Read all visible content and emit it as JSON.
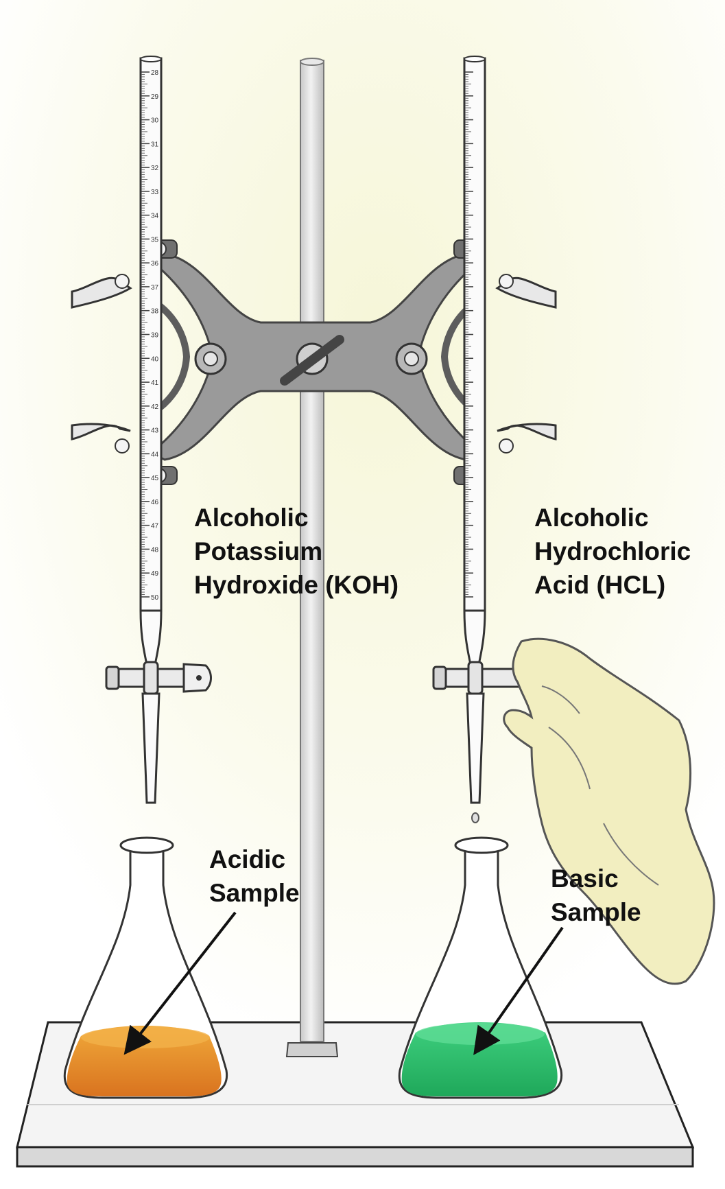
{
  "labels": {
    "koh": {
      "lines": [
        "Alcoholic",
        "Potassium",
        "Hydroxide (KOH)"
      ]
    },
    "hcl": {
      "lines": [
        "Alcoholic",
        "Hydrochloric",
        "Acid (HCL)"
      ]
    },
    "acidic": {
      "lines": [
        "Acidic",
        "Sample"
      ]
    },
    "basic": {
      "lines": [
        "Basic",
        "Sample"
      ]
    }
  },
  "colors": {
    "acidic_solution": "#e8902a",
    "basic_solution": "#2fbf70",
    "hand": "#f2eec0",
    "clamp": "#9a9a9a",
    "background_glow": "#f6f6d8"
  },
  "left_burette_scale": [
    "28",
    "29",
    "30",
    "31",
    "32",
    "33",
    "34",
    "35",
    "36",
    "37",
    "38",
    "39",
    "40",
    "41",
    "42",
    "43",
    "44",
    "45",
    "46",
    "47",
    "48",
    "49",
    "50"
  ]
}
